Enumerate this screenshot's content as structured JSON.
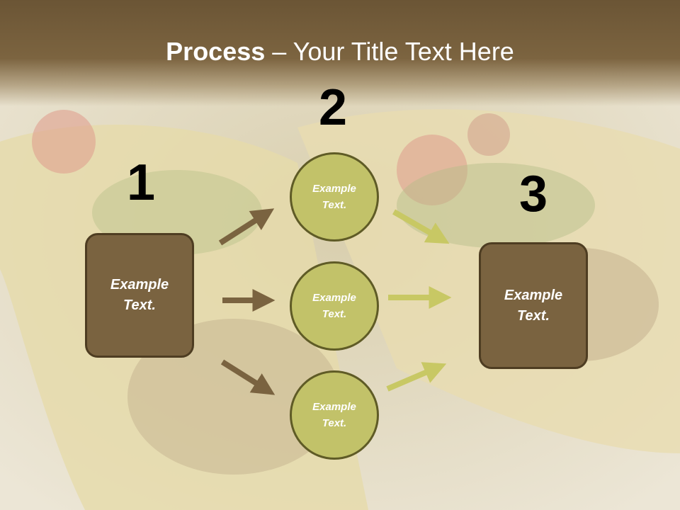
{
  "header": {
    "title_bold": "Process",
    "title_rest": " – Your Title Text Here"
  },
  "steps": {
    "one": {
      "number": "1",
      "text_line1": "Example",
      "text_line2": "Text."
    },
    "two": {
      "number": "2",
      "circles": [
        {
          "line1": "Example",
          "line2": "Text."
        },
        {
          "line1": "Example",
          "line2": "Text."
        },
        {
          "line1": "Example",
          "line2": "Text."
        }
      ]
    },
    "three": {
      "number": "3",
      "text_line1": "Example",
      "text_line2": "Text."
    }
  },
  "colors": {
    "header": "#7c6440",
    "box": "#7a6340",
    "circle": "#c2c269",
    "arrow_brown": "#7a6340",
    "arrow_olive": "#c8c864"
  }
}
